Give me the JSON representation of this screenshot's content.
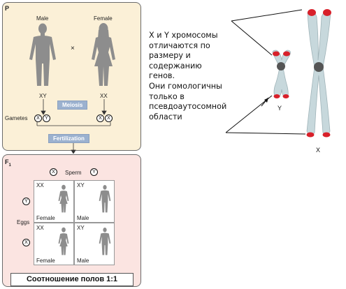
{
  "parental": {
    "panel_label": "P",
    "male_label": "Male",
    "female_label": "Female",
    "cross_symbol": "×",
    "male_genotype": "XY",
    "female_genotype": "XX",
    "meiosis_label": "Meiosis",
    "gametes_label": "Gametes",
    "male_gametes": [
      "X",
      "Y"
    ],
    "female_gametes": [
      "X",
      "X"
    ],
    "fertilization_label": "Fertilization",
    "badge_color": "#9bb1cf"
  },
  "offspring": {
    "panel_label": "F",
    "panel_subscript": "1",
    "sperm_label": "Sperm",
    "sperm_alleles": [
      "X",
      "Y"
    ],
    "eggs_label": "Eggs",
    "egg_alleles": [
      "Y",
      "X"
    ],
    "cells": [
      {
        "genotype": "XX",
        "sex": "Female"
      },
      {
        "genotype": "XY",
        "sex": "Male"
      },
      {
        "genotype": "XX",
        "sex": "Female"
      },
      {
        "genotype": "XY",
        "sex": "Male"
      }
    ]
  },
  "ratio_caption": "Соотношение полов 1:1",
  "annotation": [
    "X и Y хромосомы",
    "отличаются по",
    "размеру и",
    "содержанию",
    "генов.",
    "Они гомологичны",
    "только в",
    "псевдоаутосомной",
    "области"
  ],
  "chromosomes": {
    "small_label": "Y",
    "large_label": "X",
    "body_color": "#c7d8dc",
    "centromere_color": "#555555",
    "tip_color": "#d8202a"
  }
}
